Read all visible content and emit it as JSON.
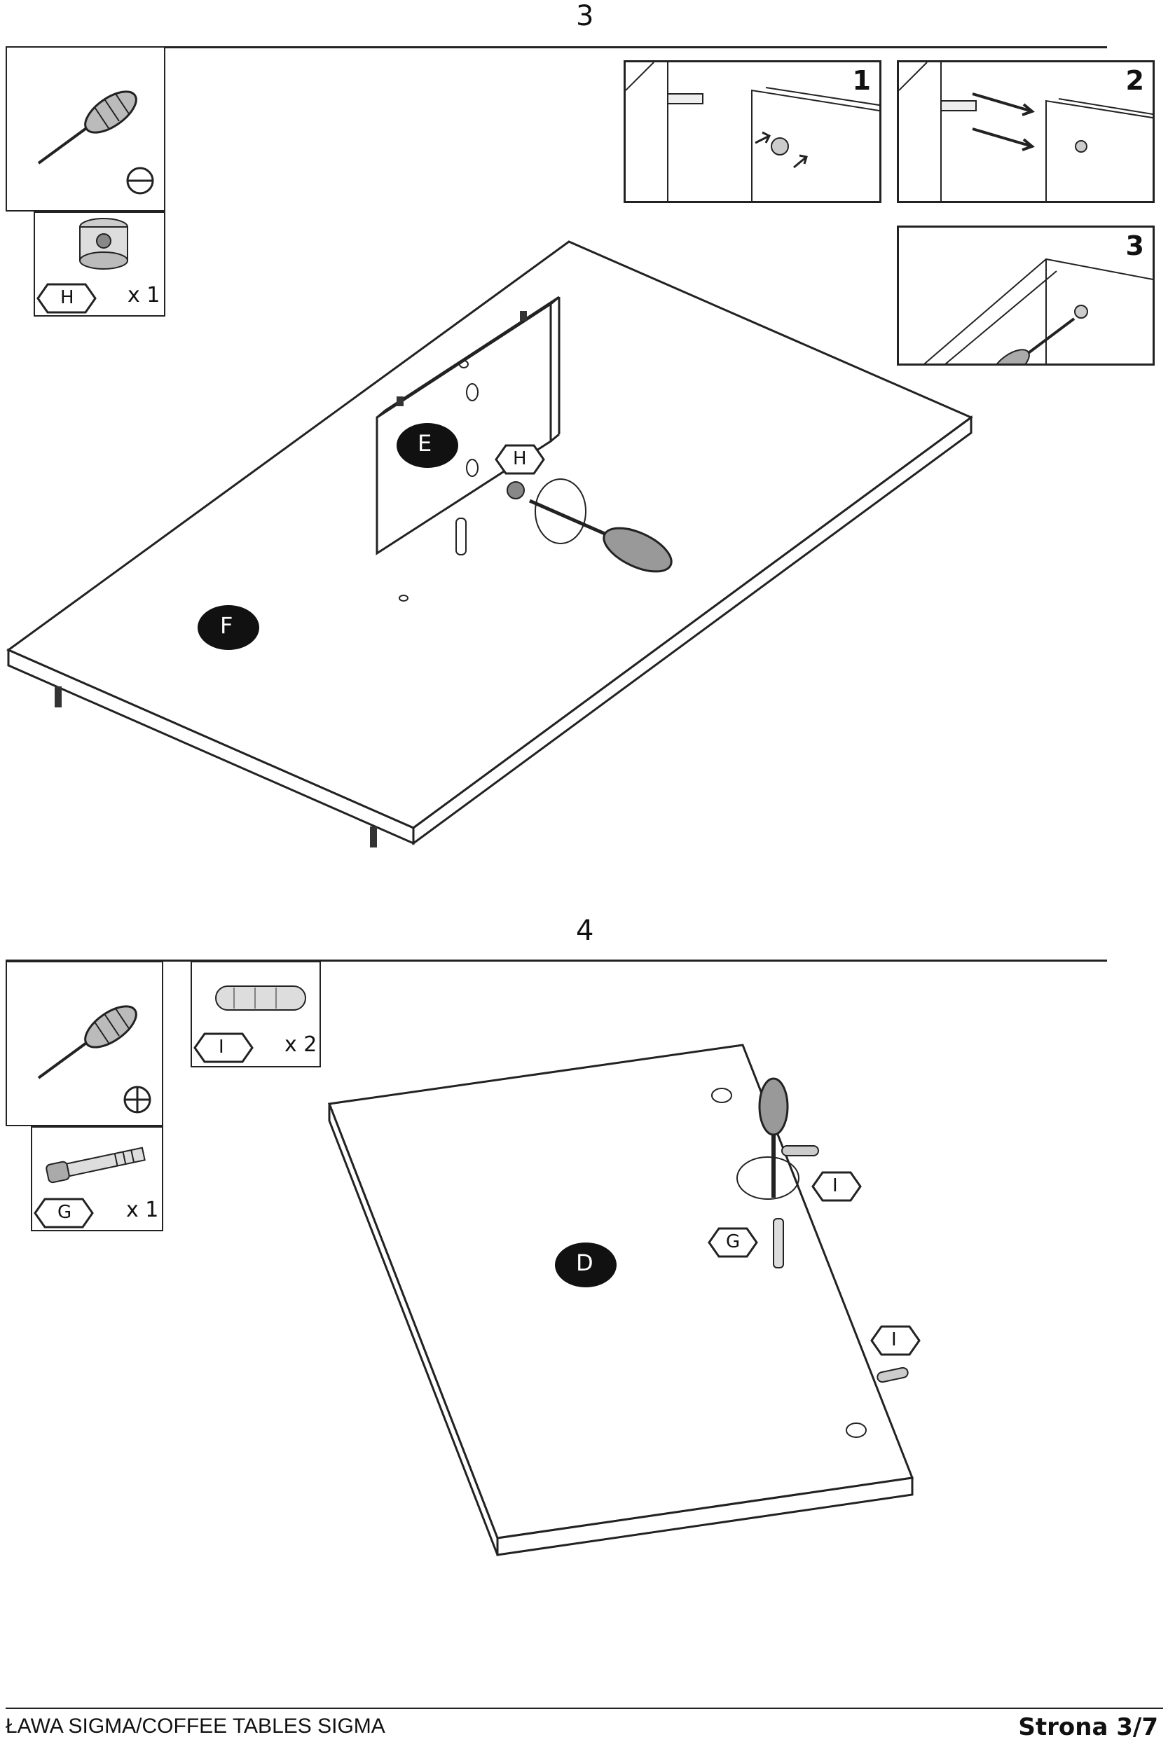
{
  "step3": {
    "number": "3",
    "tool_symbol": "flat-screwdriver",
    "part": {
      "label": "H",
      "quantity": "x 1"
    },
    "details": [
      "1",
      "2",
      "3"
    ],
    "panels": {
      "vertical": "E",
      "top": "F"
    },
    "callout": "H"
  },
  "step4": {
    "number": "4",
    "tool_symbol": "phillips-screwdriver",
    "parts": [
      {
        "label": "I",
        "quantity": "x 2"
      },
      {
        "label": "G",
        "quantity": "x 1"
      }
    ],
    "panel": "D",
    "callouts": [
      "I",
      "G",
      "I"
    ]
  },
  "footer": {
    "title": "ŁAWA SIGMA/COFFEE TABLES SIGMA",
    "page": "Strona 3/7"
  }
}
